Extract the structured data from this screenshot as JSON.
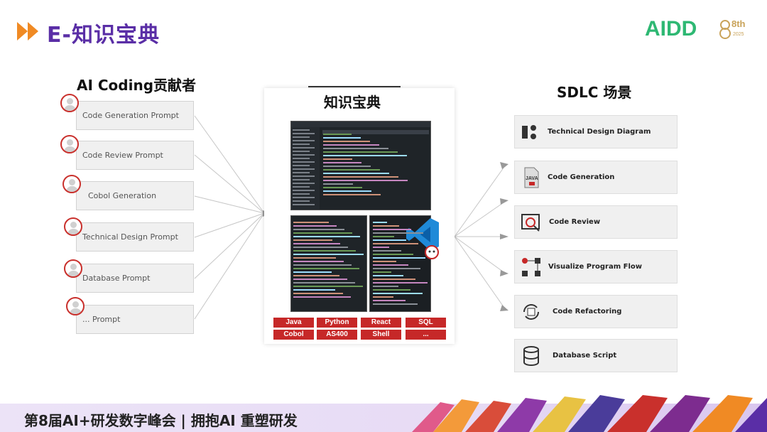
{
  "header": {
    "title": "E-知识宝典",
    "logo_text": "AIDD",
    "logo_edition": "8th",
    "logo_year": "2025"
  },
  "left": {
    "title": "AI Coding贡献者",
    "prompts": [
      "Code Generation Prompt",
      "Code Review Prompt",
      "Cobol Generation",
      "Technical Design Prompt",
      "Database Prompt",
      "... Prompt"
    ]
  },
  "center": {
    "title": "知识宝典",
    "languages": [
      "Java",
      "Python",
      "React",
      "SQL",
      "Cobol",
      "AS400",
      "Shell",
      "..."
    ]
  },
  "right": {
    "title": "SDLC 场景",
    "items": [
      {
        "label": "Technical Design Diagram",
        "icon": "gears-icon"
      },
      {
        "label": "Code Generation",
        "icon": "java-file-icon"
      },
      {
        "label": "Code Review",
        "icon": "code-review-icon"
      },
      {
        "label": "Visualize Program Flow",
        "icon": "flow-icon"
      },
      {
        "label": "Code Refactoring",
        "icon": "refactor-icon"
      },
      {
        "label": "Database Script",
        "icon": "database-icon"
      }
    ],
    "java_icon_text": "JAVA"
  },
  "footer": {
    "text": "第8届AI+研发数字峰会 | 拥抱AI 重塑研发"
  },
  "colors": {
    "accent": "#5a2ea6",
    "arrow": "#f08a24",
    "red": "#c62828",
    "logo_green": "#2eb873",
    "logo_blue": "#2f6fd6"
  }
}
